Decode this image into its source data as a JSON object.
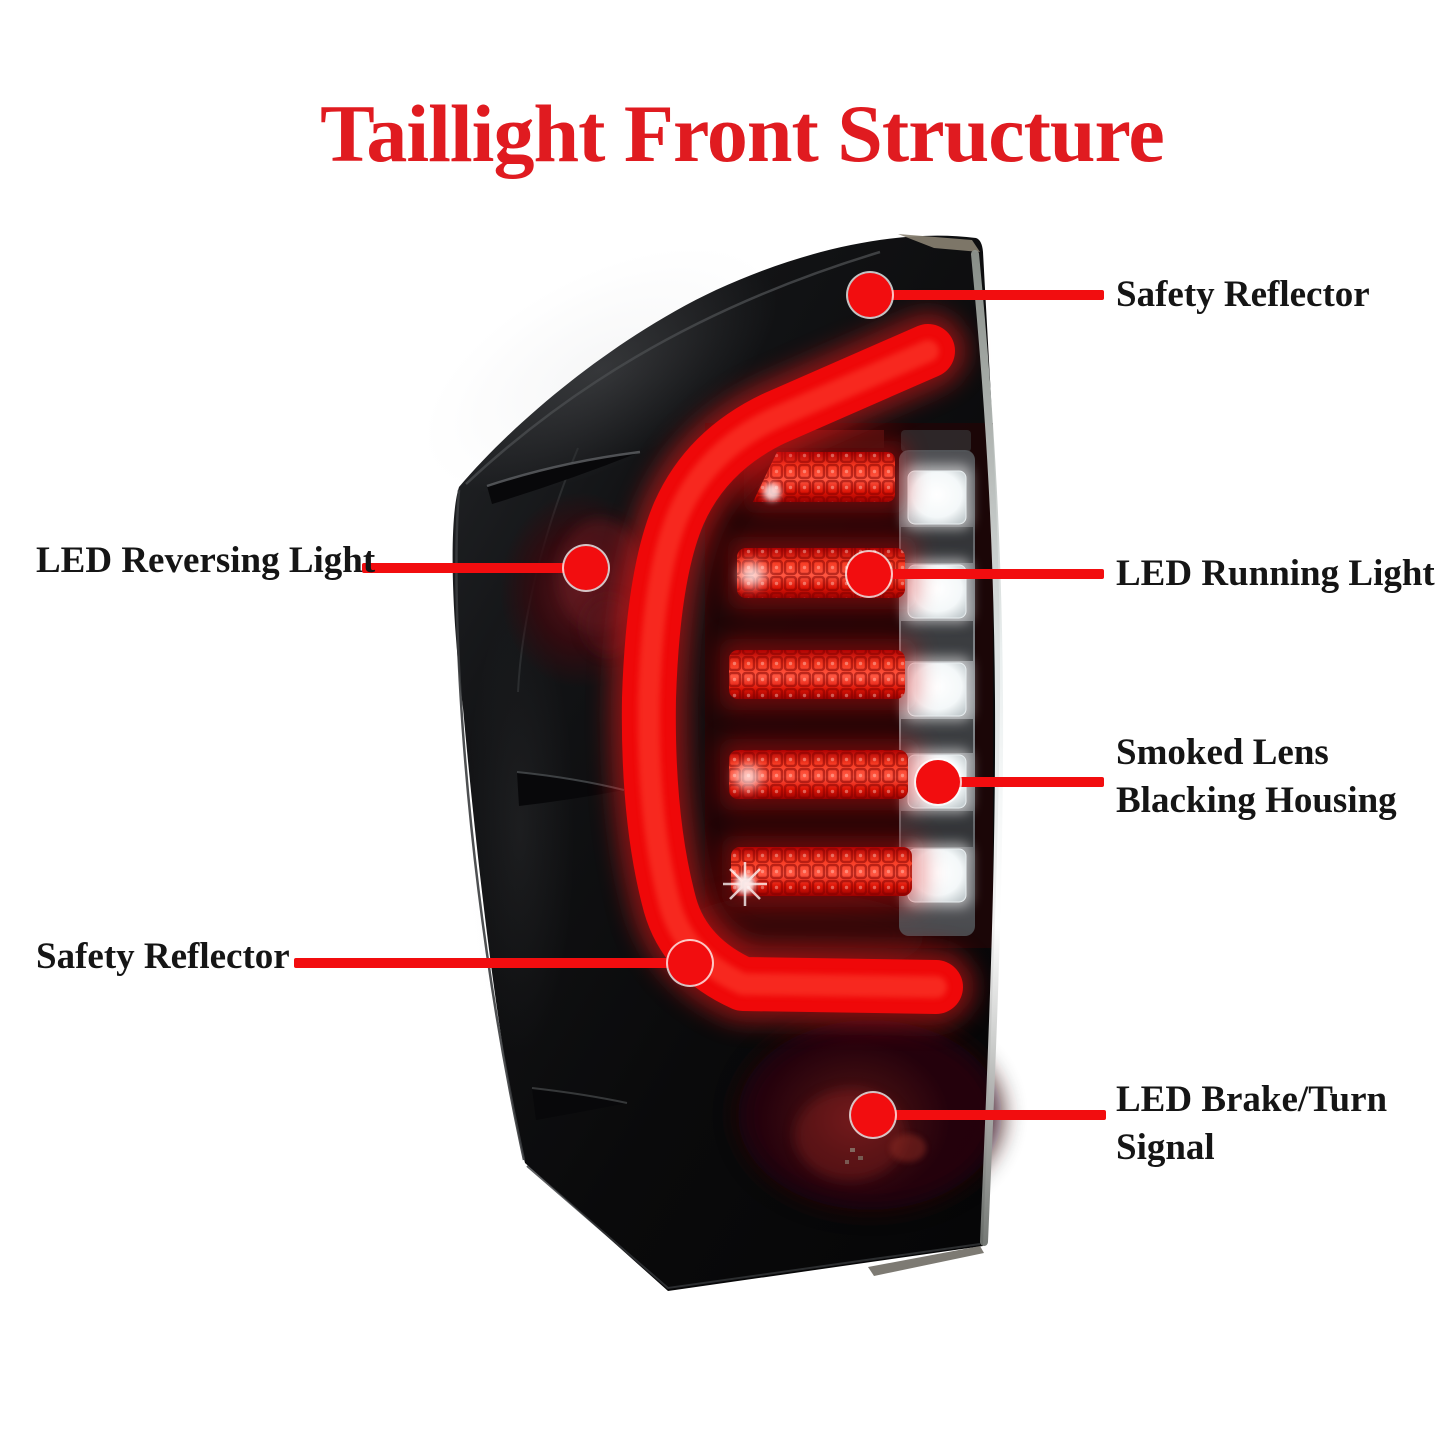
{
  "title": {
    "text": "Taillight Front Structure"
  },
  "colors": {
    "title_red": "#e01b20",
    "accent_red": "#f20d0f",
    "label_black": "#151515",
    "background": "#ffffff",
    "lamp_glow_red": "#ef0809",
    "lamp_white_led": "#ffffff"
  },
  "callouts": [
    {
      "id": "safety-reflector-top",
      "side": "right",
      "lines": [
        "Safety Reflector"
      ]
    },
    {
      "id": "led-reversing-light",
      "side": "left",
      "lines": [
        "LED Reversing Light"
      ]
    },
    {
      "id": "led-running-light",
      "side": "right",
      "lines": [
        "LED Running Light"
      ]
    },
    {
      "id": "smoked-lens-blacking-housing",
      "side": "right",
      "lines": [
        "Smoked Lens",
        "Blacking Housing"
      ]
    },
    {
      "id": "safety-reflector-left",
      "side": "left",
      "lines": [
        "Safety Reflector"
      ]
    },
    {
      "id": "led-brake-turn-signal",
      "side": "right",
      "lines": [
        "LED Brake/Turn",
        "Signal"
      ]
    }
  ],
  "figure": {
    "description": "Smoked-lens LED taillight, front view"
  }
}
